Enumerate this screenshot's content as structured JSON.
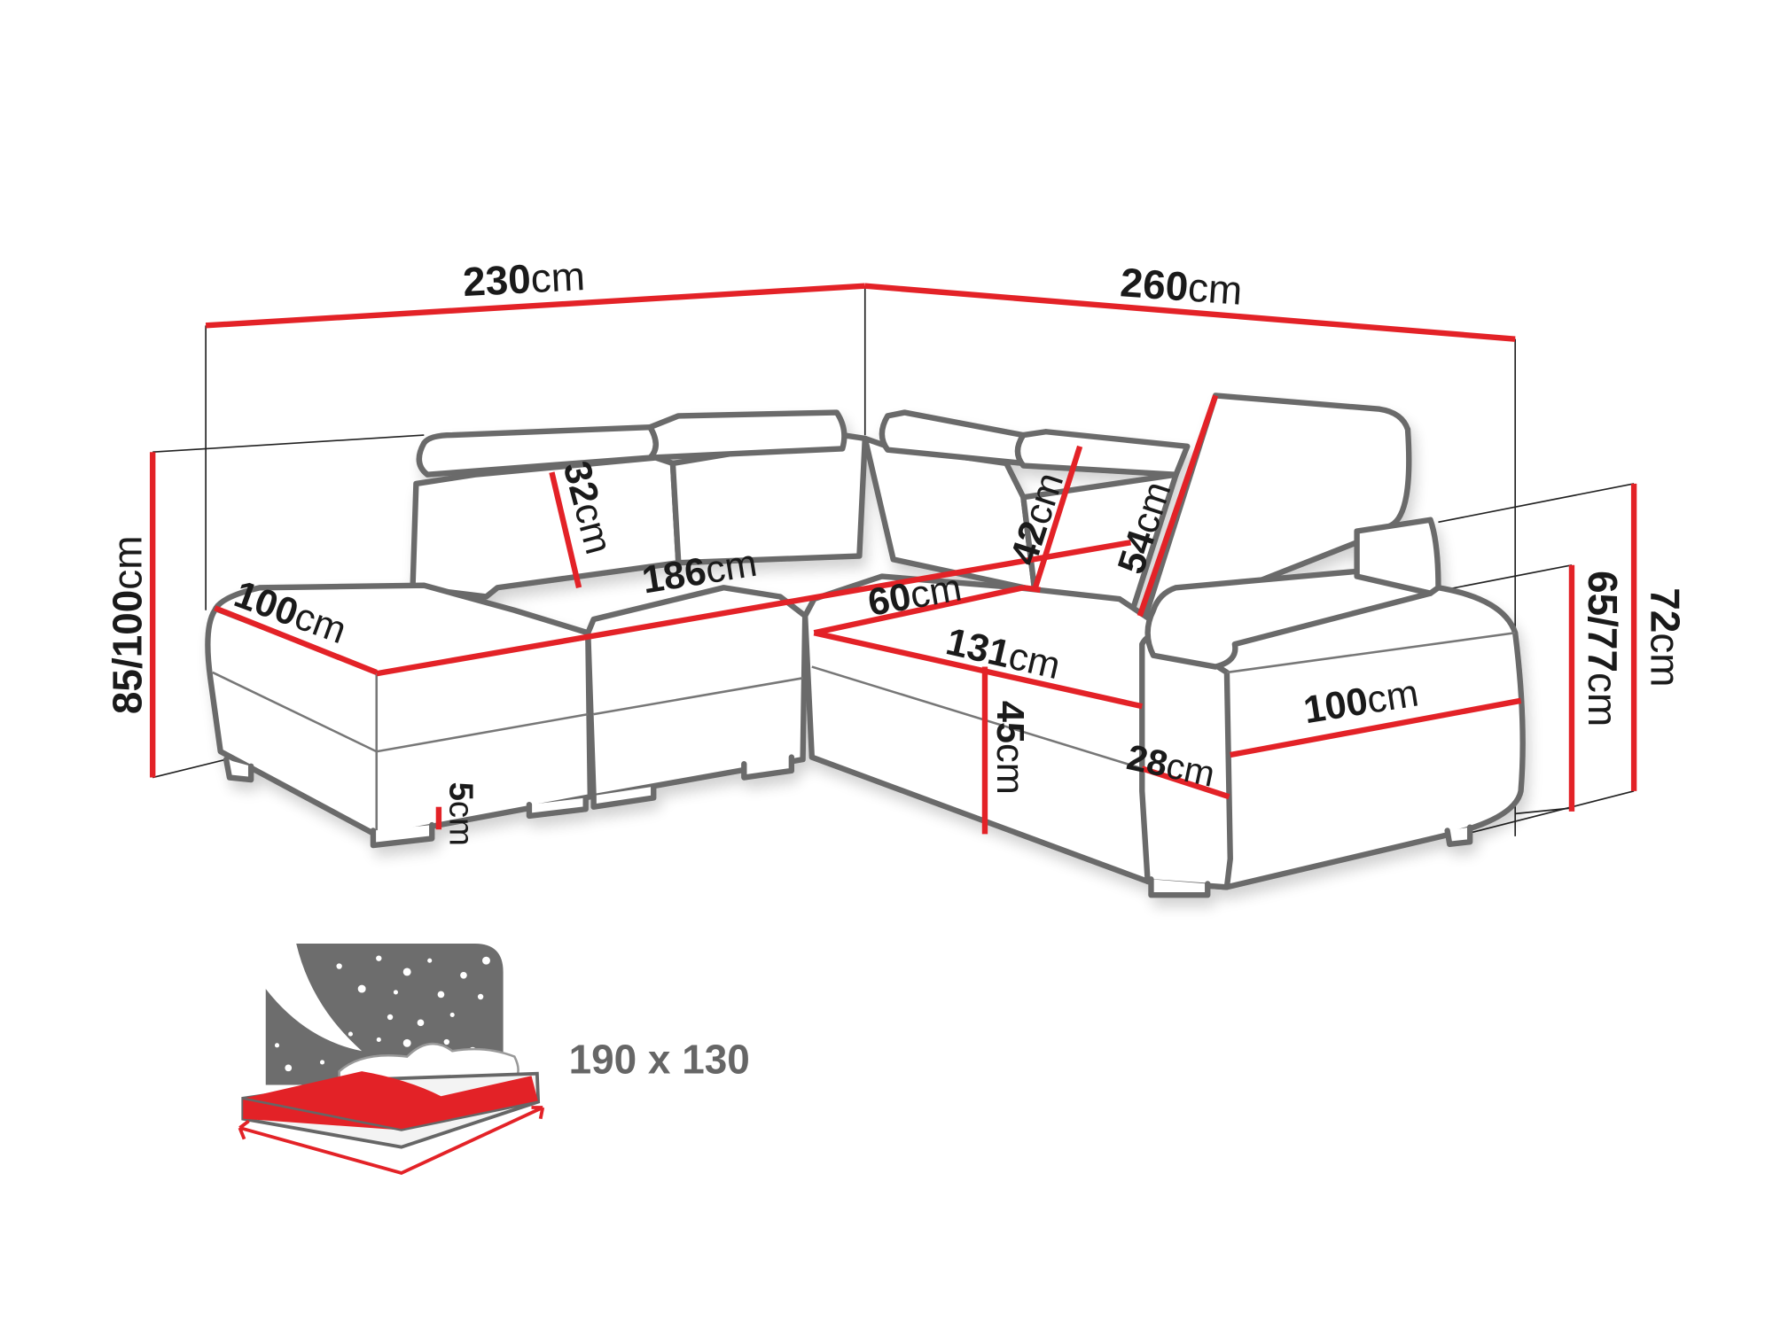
{
  "diagram": {
    "subject": "corner sofa bed dimension drawing",
    "colors": {
      "dimension_line": "#e32227",
      "outline": "#6b6b6b",
      "text": "#1a1a1a",
      "bed_icon_gray": "#6d6d6d",
      "bed_label": "#666666"
    },
    "dimensions": {
      "width_left": {
        "value": "230",
        "unit": "cm"
      },
      "width_right": {
        "value": "260",
        "unit": "cm"
      },
      "height_total": {
        "value": "85/100",
        "unit": "cm"
      },
      "headrest_left": {
        "value": "32",
        "unit": "cm"
      },
      "seat_width": {
        "value": "186",
        "unit": "cm"
      },
      "chaise_depth": {
        "value": "100",
        "unit": "cm"
      },
      "seat_depth": {
        "value": "60",
        "unit": "cm"
      },
      "headrest_mid": {
        "value": "42",
        "unit": "cm"
      },
      "headrest_right": {
        "value": "54",
        "unit": "cm"
      },
      "corner_seat": {
        "value": "131",
        "unit": "cm"
      },
      "seat_height": {
        "value": "45",
        "unit": "cm"
      },
      "leg_height": {
        "value": "5",
        "unit": "cm"
      },
      "arm_width": {
        "value": "28",
        "unit": "cm"
      },
      "side_depth": {
        "value": "100",
        "unit": "cm"
      },
      "back_height": {
        "value": "72",
        "unit": "cm"
      },
      "arm_height": {
        "value": "65/77",
        "unit": "cm"
      }
    },
    "sleeping_area": {
      "icon": "bed-icon",
      "label": "190 x 130"
    }
  }
}
